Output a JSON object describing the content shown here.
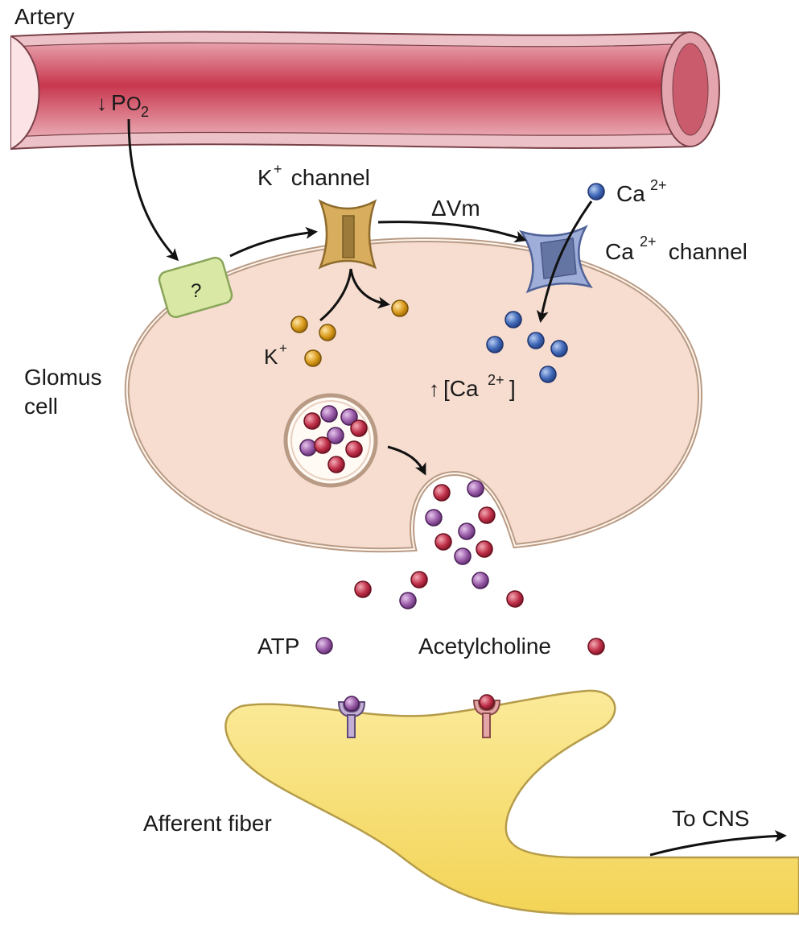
{
  "labels": {
    "artery": "Artery",
    "po2_arrow": "↓",
    "po2_main": "P",
    "po2_o": "O",
    "po2_sub": "2",
    "unknown_sensor": "?",
    "k_channel_base": "K",
    "k_channel_sup": "+",
    "k_channel_word": " channel",
    "delta_vm": "ΔVm",
    "ca_ion_base": "Ca",
    "ca_ion_sup": "2+",
    "ca_channel_base": "Ca",
    "ca_channel_sup": "2+",
    "ca_channel_word": " channel",
    "k_ion_base": "K",
    "k_ion_sup": "+",
    "ca_conc_arrow": "↑",
    "ca_conc_open": "[Ca",
    "ca_conc_sup": "2+",
    "ca_conc_close": "]",
    "glomus_line1": "Glomus",
    "glomus_line2": "cell",
    "atp": "ATP",
    "acetylcholine": "Acetylcholine",
    "afferent_fiber": "Afferent fiber",
    "to_cns": "To CNS"
  },
  "colors": {
    "artery_red": "#c8374e",
    "artery_wall": "#ecc2c8",
    "cell_fill": "#f6ddd0",
    "k_channel": "#d8ad5e",
    "ca_channel": "#9eaed8",
    "sensor": "#d9e8a4",
    "k_ion": "#d99a1c",
    "ca_ion": "#3f68b8",
    "atp": "#9a5ba8",
    "acetylcholine": "#c03048",
    "fiber": "#f7de6e"
  },
  "icons": [
    "k-channel-icon",
    "ca-channel-icon",
    "oxygen-sensor-icon",
    "vesicle-icon",
    "atp-receptor-icon",
    "acetylcholine-receptor-icon"
  ]
}
